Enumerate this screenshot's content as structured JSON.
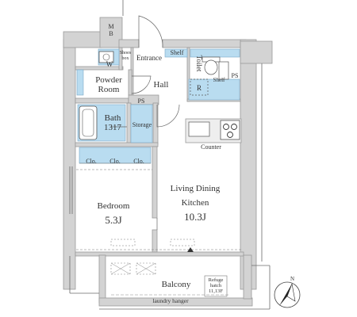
{
  "floor_plan": {
    "rooms": {
      "mb": "M\nB",
      "shoes_box": "Shoes\nbox",
      "entrance": "Entrance",
      "shelf_top": "Shelf",
      "toilet": "Toilet",
      "ps_right": "PS",
      "shelf_right": "Shelf",
      "w": "W",
      "powder_room": "Powder\nRoom",
      "hall": "Hall",
      "r": "R",
      "ps_center": "PS",
      "bath": "Bath\n1317",
      "storage": "Storage",
      "counter": "Counter",
      "closets": [
        "Clo.",
        "Clo.",
        "Clo."
      ],
      "bedroom_name": "Bedroom",
      "bedroom_size": "5.3J",
      "ldk_name_1": "Living Dining",
      "ldk_name_2": "Kitchen",
      "ldk_size": "10.3J",
      "balcony": "Balcony",
      "refuge_hatch": "Refuge\nhatch\n11,13F",
      "laundry_hanger": "laundry hanger"
    },
    "colors": {
      "wall": "#d3d3d3",
      "water_area": "#b9dcf0",
      "line": "#6a6a6a"
    },
    "icons": [
      "north-arrow-icon",
      "door-swing-icon",
      "stove-icon",
      "toilet-icon",
      "bathtub-icon",
      "washbasin-icon"
    ]
  }
}
